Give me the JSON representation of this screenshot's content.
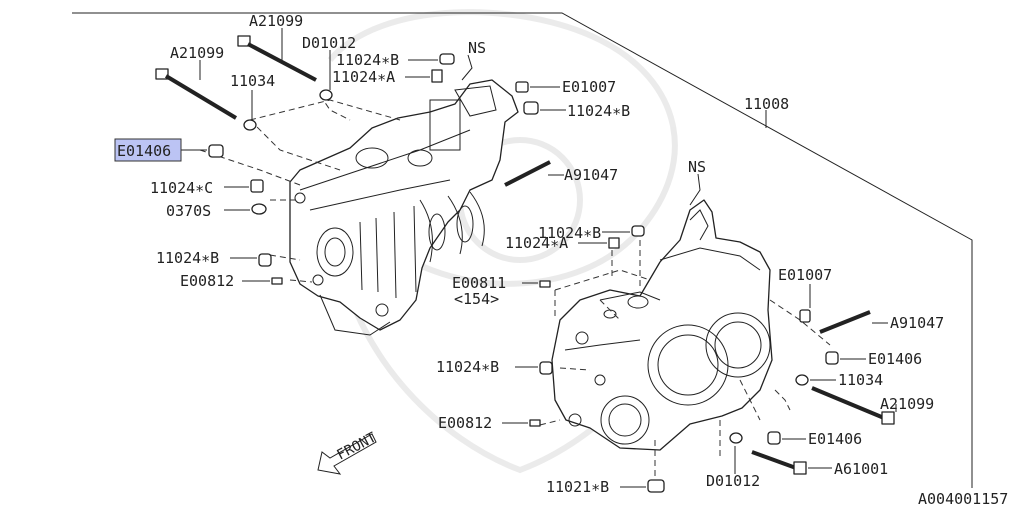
{
  "diagram": {
    "ref_number": "A004001157",
    "assembly_number": "11008",
    "highlighted_part": "E01406",
    "front_label": "FRONT",
    "callouts": [
      {
        "id": "a21099-top",
        "text": "A21099"
      },
      {
        "id": "a21099-left",
        "text": "A21099"
      },
      {
        "id": "d01012-top",
        "text": "D01012"
      },
      {
        "id": "11034-left",
        "text": "11034"
      },
      {
        "id": "11024b-top",
        "text": "11024∗B"
      },
      {
        "id": "11024a-top",
        "text": "11024∗A"
      },
      {
        "id": "ns-left",
        "text": "NS"
      },
      {
        "id": "e01007-top",
        "text": "E01007"
      },
      {
        "id": "11024b-right",
        "text": "11024∗B"
      },
      {
        "id": "e01406-left",
        "text": "E01406"
      },
      {
        "id": "11024c",
        "text": "11024∗C"
      },
      {
        "id": "a91047-left",
        "text": "A91047"
      },
      {
        "id": "0370s",
        "text": "0370S"
      },
      {
        "id": "11024b-left",
        "text": "11024∗B"
      },
      {
        "id": "e00812-left",
        "text": "E00812"
      },
      {
        "id": "ns-right",
        "text": "NS"
      },
      {
        "id": "11024b-mid",
        "text": "11024∗B"
      },
      {
        "id": "11024a-mid",
        "text": "11024∗A"
      },
      {
        "id": "e00811",
        "text": "E00811"
      },
      {
        "id": "e00811-qty",
        "text": "<154>"
      },
      {
        "id": "e01007-right",
        "text": "E01007"
      },
      {
        "id": "a91047-right",
        "text": "A91047"
      },
      {
        "id": "11024b-lower",
        "text": "11024∗B"
      },
      {
        "id": "e01406-right",
        "text": "E01406"
      },
      {
        "id": "11034-right",
        "text": "11034"
      },
      {
        "id": "a21099-right",
        "text": "A21099"
      },
      {
        "id": "e00812-lower",
        "text": "E00812"
      },
      {
        "id": "e01406-lower",
        "text": "E01406"
      },
      {
        "id": "d01012-bottom",
        "text": "D01012"
      },
      {
        "id": "a61001",
        "text": "A61001"
      },
      {
        "id": "11021b",
        "text": "11021∗B"
      }
    ]
  }
}
